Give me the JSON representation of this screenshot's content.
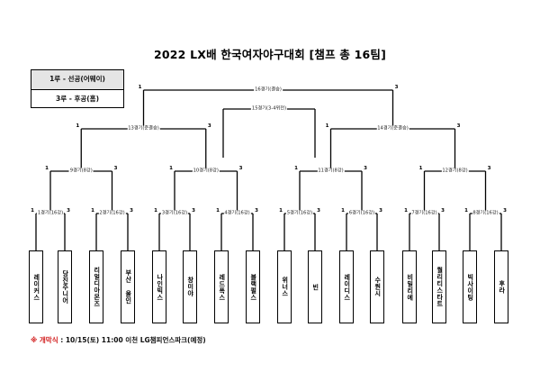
{
  "title": "2022 LX배 한국여자야구대회 [챔프 총 16팀]",
  "legend": {
    "first_attack": "1루 - 선공(어웨이)",
    "second_attack": "3루 - 후공(홈)"
  },
  "footnote": {
    "mark": "※ 개막식",
    "text": " : 10/15(토) 11:00 이천 LG챔피언스파크(예정)"
  },
  "teams": [
    "레이커스",
    "당진주니어",
    "리얼디아몬즈",
    "부산 올인",
    "나인빅스",
    "창미야",
    "레드폭스",
    "블랙펄스",
    "위너스",
    "빈",
    "레이디스",
    "수원시",
    "비밀리에",
    "퀄리티스타트",
    "빅사이팅",
    "후라"
  ],
  "rounds": {
    "round16": [
      "1경기(16강)",
      "2경기(16강)",
      "3경기(16강)",
      "4경기(16강)",
      "5경기(16강)",
      "6경기(16강)",
      "7경기(16강)",
      "8경기(16강)"
    ],
    "quarter": [
      "9경기(8강)",
      "10경기(8강)",
      "11경기(8강)",
      "12경기(8강)"
    ],
    "semi": [
      "13경기(준결승)",
      "14경기(준결승)"
    ],
    "third_place": "15경기(3-4위전)",
    "final": "16경기(결승)"
  },
  "side_labels": {
    "left": "1",
    "right": "3"
  }
}
